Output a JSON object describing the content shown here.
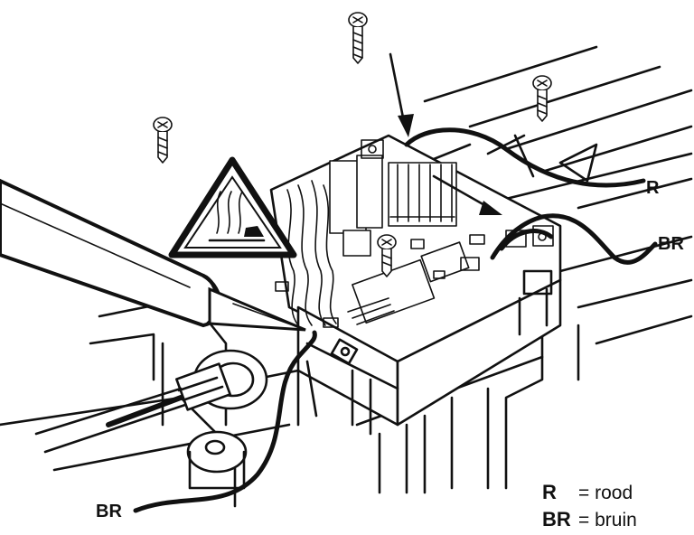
{
  "labels": {
    "wire_top_right": "R",
    "wire_right": "BR",
    "wire_bottom_left": "BR"
  },
  "legend": {
    "r_code": "R",
    "r_text": "= rood",
    "br_code": "BR",
    "br_text": "= bruin"
  },
  "colors": {
    "line": "#111111",
    "background": "#ffffff"
  },
  "icons": [
    "screw-icon",
    "hot-surface-warning-icon",
    "arrow-icon"
  ]
}
